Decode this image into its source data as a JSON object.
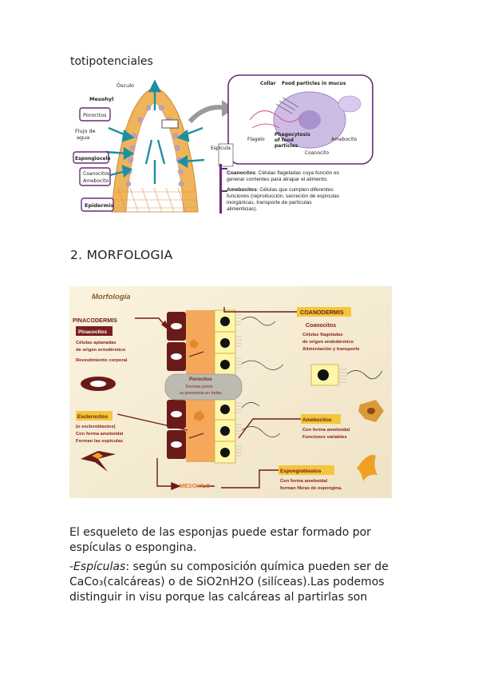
{
  "page": {
    "top_word": "totipotenciales",
    "heading": "2. MORFOLOGIA",
    "para1": "El esqueleto de las esponjas puede estar formado por espículas o espongina.",
    "para1_line1": "El esqueleto de las esponjas puede estar formado por",
    "para1_line2": "espículas o espongina.",
    "para2_italic": "-Espículas",
    "para2_l1_rest": ": según su composición química pueden ser de",
    "para2_line2": "CaCo₃(calcáreas) o de SiO2nH2O (silíceas).Las podemos",
    "para2_line3": "distinguir in visu porque las calcáreas al partirlas son"
  },
  "figure1": {
    "labels": {
      "osculo": "Ósculo",
      "mesohyl": "Mesohyl",
      "porocitos": "Porocitos",
      "flujo": "Flujo de agua",
      "flujo_l1": "Flujo de",
      "flujo_l2": "agua",
      "espongiocele": "Espongiocele",
      "coanocitos_box": "Coanocitos",
      "amebocito": "Amebocito",
      "epidermis": "Epidermis",
      "espicula": "Espícula",
      "collar": "Collar",
      "food": "Food particles in mucus",
      "flagelo": "Flagelo",
      "phago_l1": "Phagocytosis",
      "phago_l2": "of food",
      "phago_l3": "particles",
      "amebocito_r": "Amebocito",
      "coanocito_r": "Coanocito"
    },
    "desc1_bold": "Coanocitos",
    "desc1_line1": ": Células flageladas cuya función es",
    "desc1_line2": "generar corrientes para atrapar el alimento.",
    "desc2_bold": "Amebocitos",
    "desc2_line1": ": Células que cumplen diferentes",
    "desc2_line2": "funciones (reproducción, secreción de espículas",
    "desc2_line3": "inorgánicas, transporte de partículas",
    "desc2_line4": "alimenticias)."
  },
  "figure2": {
    "title": "Morfología",
    "pinacodermis": "PINACODERMIS",
    "pinacocitos": "Pinacocitos",
    "pinaco_l1": "Células aplanadas",
    "pinaco_l2": "de origen ectodérmico",
    "pinaco_l3": "Revestimiento corporal",
    "coanodermis": "COANODERMIS",
    "coanocitos": "Coanocitos",
    "coano_l1": "Células flageladas",
    "coano_l2": "de origen endodérmico",
    "coano_l3": "Alimentación y transporte",
    "porocitos": "Porocitos",
    "poro_l1": "Forman poros",
    "poro_l2": "su presencia en todas",
    "esclerocitos": "Esclerocitos",
    "escl_l1": "(o escleroblastos)",
    "escl_l2": "Con forma ameboidal",
    "escl_l3": "Forman las espículas",
    "amebocitos": "Amebocitos",
    "ameb_l1": "Con forma ameboidal",
    "ameb_l2": "Funciones variables",
    "espongioblastos": "Espongioblastos",
    "esp_l1": "Con forma ameboidal",
    "esp_l2": "forman fibras de espongina.",
    "mesohilo": "MESOHILO"
  },
  "colors": {
    "dark_red": "#6b1a1a",
    "label_red": "#8a1c1c",
    "yellow": "#f2d24a",
    "orange": "#f0a34a"
  }
}
